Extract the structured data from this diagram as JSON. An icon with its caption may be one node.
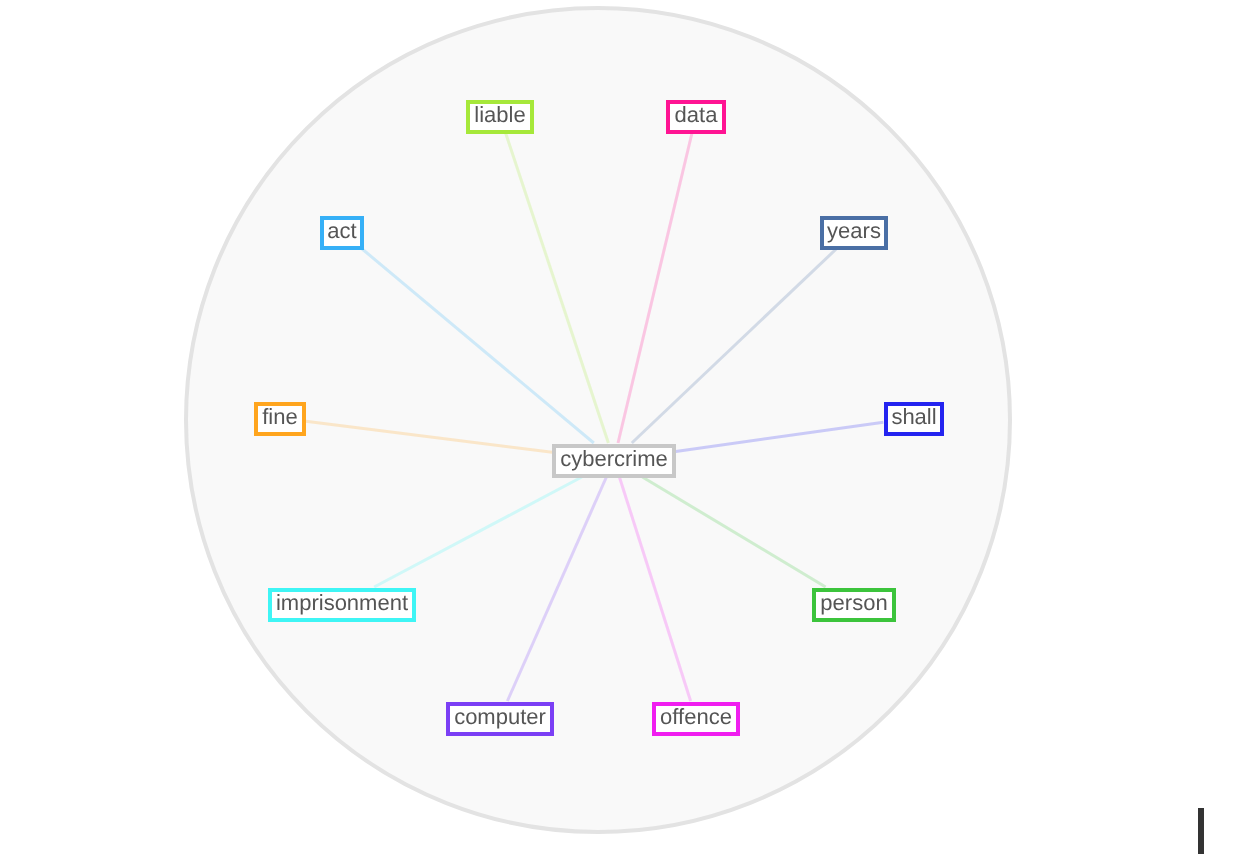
{
  "diagram": {
    "nodes": [
      {
        "text": [],
        "shape": "circle"
      },
      {
        "text": [
          "liable"
        ],
        "in": 0
      },
      {
        "text": [
          "data"
        ],
        "in": 0
      },
      {
        "text": [
          "act"
        ],
        "in": 0
      },
      {
        "text": [
          "years"
        ],
        "in": 0
      },
      {
        "text": [
          "fine"
        ],
        "in": 0
      },
      {
        "text": [
          "shall"
        ],
        "in": 0
      },
      {
        "text": [
          "cybercrime"
        ],
        "in": 0
      },
      {
        "text": [
          "imprisonment"
        ],
        "in": 0
      },
      {
        "text": [
          "person"
        ],
        "in": 0
      },
      {
        "text": [
          "computer"
        ],
        "in": 0
      },
      {
        "text": [
          "offence"
        ],
        "in": 0
      }
    ],
    "edges": [
      {
        "from": 7,
        "to": 1,
        "arrow": "none",
        "color": "#a6e83a"
      },
      {
        "from": 7,
        "to": 2,
        "arrow": "none",
        "color": "#ff1493"
      },
      {
        "from": 7,
        "to": 3,
        "arrow": "none",
        "color": "#36b0f7"
      },
      {
        "from": 7,
        "to": 4,
        "arrow": "none",
        "color": "#4a6fa5"
      },
      {
        "from": 7,
        "to": 5,
        "arrow": "none",
        "color": "#ffa51e"
      },
      {
        "from": 7,
        "to": 6,
        "arrow": "none",
        "color": "#2424f0"
      },
      {
        "from": 7,
        "to": 8,
        "arrow": "none",
        "color": "#3ff5f5"
      },
      {
        "from": 7,
        "to": 9,
        "arrow": "none",
        "color": "#3cc43c"
      },
      {
        "from": 7,
        "to": 10,
        "arrow": "none",
        "color": "#7b3ff5"
      },
      {
        "from": 7,
        "to": 11,
        "arrow": "none",
        "color": "#f01ef0"
      }
    ]
  }
}
